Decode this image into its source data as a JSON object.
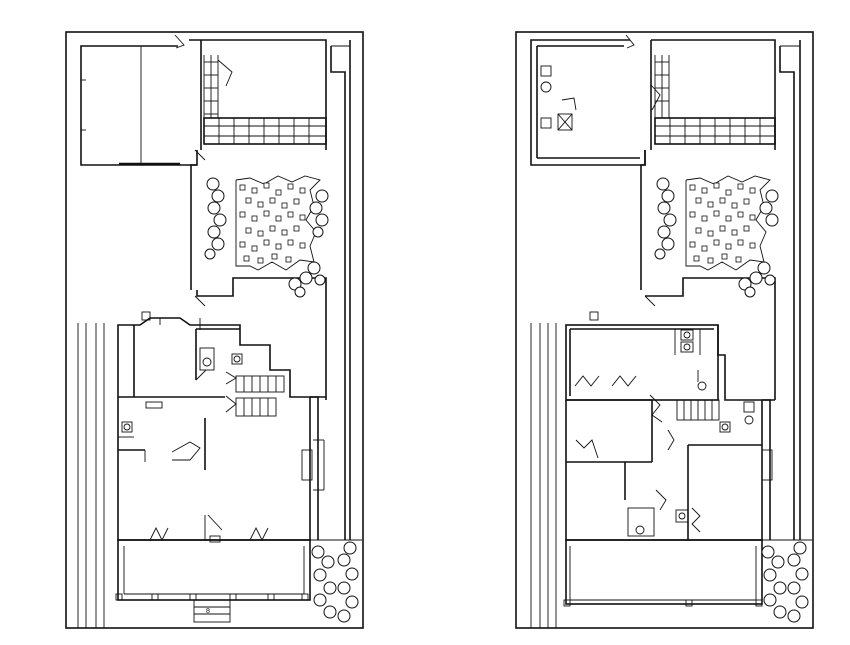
{
  "drawing": {
    "background": "#ffffff",
    "line_color": "#111111",
    "plans": [
      {
        "id": "ground-floor",
        "stair_label": "8"
      },
      {
        "id": "second-floor",
        "stair_label": ""
      }
    ]
  }
}
